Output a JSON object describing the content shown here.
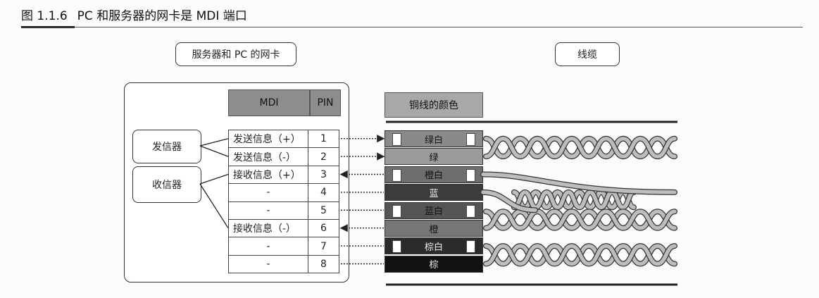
{
  "figure": {
    "number": "图 1.1.6",
    "caption": "PC 和服务器的网卡是 MDI 端口"
  },
  "labels": {
    "nic": "服务器和 PC 的网卡",
    "cable": "线缆"
  },
  "table": {
    "headers": [
      "MDI",
      "PIN"
    ],
    "rows": [
      {
        "mdi": "发送信息（+）",
        "pin": "1",
        "dir": "out"
      },
      {
        "mdi": "发送信息（-）",
        "pin": "2",
        "dir": "out"
      },
      {
        "mdi": "接收信息（+）",
        "pin": "3",
        "dir": "in"
      },
      {
        "mdi": "-",
        "pin": "4",
        "dir": "none"
      },
      {
        "mdi": "-",
        "pin": "5",
        "dir": "none"
      },
      {
        "mdi": "接收信息（-）",
        "pin": "6",
        "dir": "in"
      },
      {
        "mdi": "-",
        "pin": "7",
        "dir": "none"
      },
      {
        "mdi": "-",
        "pin": "8",
        "dir": "none"
      }
    ]
  },
  "devices": {
    "transmitter": "发信器",
    "receiver": "收信器"
  },
  "wires": {
    "header": "铜线的颜色",
    "colors": [
      {
        "name": "绿白",
        "bg": "#8a8a8a",
        "fg": "#111",
        "striped": true
      },
      {
        "name": "绿",
        "bg": "#9a9a9a",
        "fg": "#111",
        "striped": false
      },
      {
        "name": "橙白",
        "bg": "#6e6e6e",
        "fg": "#111",
        "striped": true
      },
      {
        "name": "蓝",
        "bg": "#3c3c3c",
        "fg": "#eee",
        "striped": false
      },
      {
        "name": "蓝白",
        "bg": "#555555",
        "fg": "#111",
        "striped": true
      },
      {
        "name": "橙",
        "bg": "#767676",
        "fg": "#111",
        "striped": false
      },
      {
        "name": "棕白",
        "bg": "#2b2b2b",
        "fg": "#eee",
        "striped": true
      },
      {
        "name": "棕",
        "bg": "#111111",
        "fg": "#eee",
        "striped": false
      }
    ]
  }
}
